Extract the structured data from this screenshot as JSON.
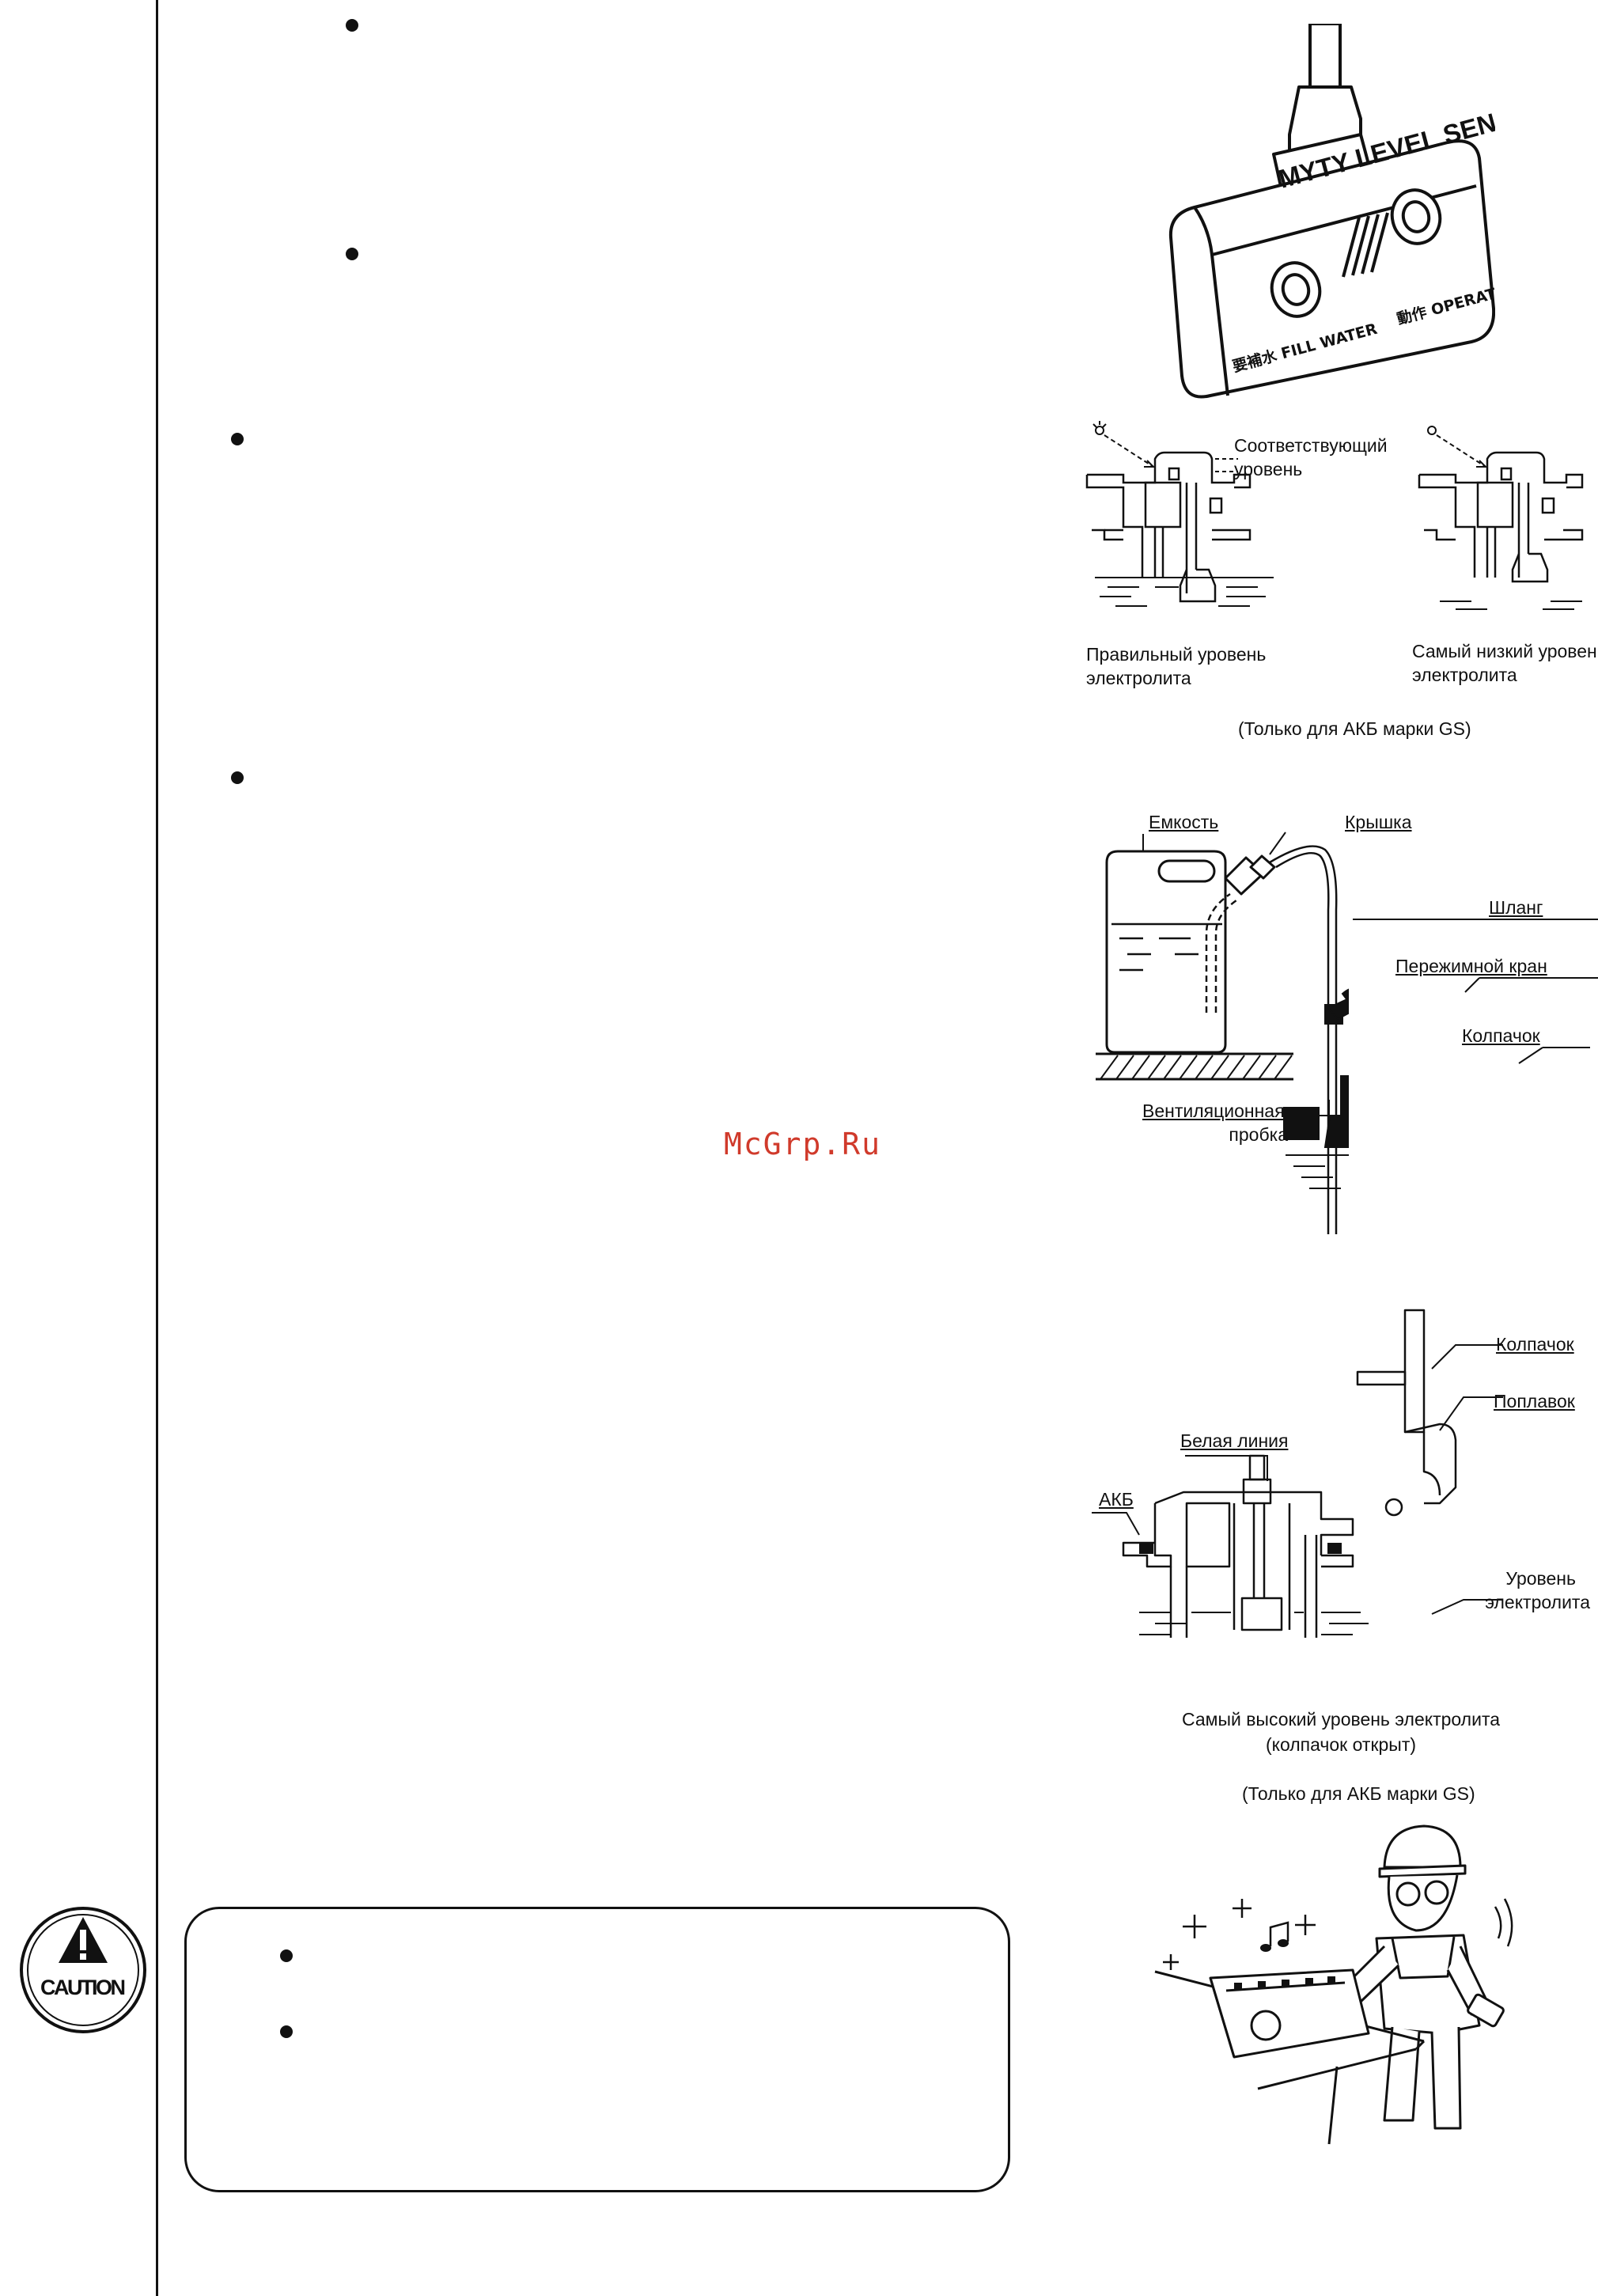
{
  "watermark": "McGrp.Ru",
  "sensor_figure": {
    "title": "MYTY LEVEL SENSOR",
    "fill_water": "要補水 FILL WATER",
    "operation": "動作 OPERATION"
  },
  "level_figure": {
    "appropriate_level": "Соответствующий уровень",
    "correct_level_line1": "Правильный уровень",
    "correct_level_line2": "электролита",
    "lowest_level_line1": "Самый низкий уровень",
    "lowest_level_line2": "электролита",
    "note": "(Только для АКБ марки GS)"
  },
  "refill_figure": {
    "container": "Емкость",
    "cap": "Крышка",
    "hose": "Шланг",
    "pinch_valve": "Пережимной кран",
    "cap2": "Колпачок",
    "vent_plug_line1": "Вентиляционная",
    "vent_plug_line2": "пробка"
  },
  "float_figure": {
    "cap": "Колпачок",
    "float": "Поплавок",
    "white_line": "Белая линия",
    "battery": "АКБ",
    "level_line1": "Уровень",
    "level_line2": "электролита",
    "caption_line1": "Самый высокий уровень электролита",
    "caption_line2": "(колпачок открыт)",
    "note": "(Только для АКБ марки GS)"
  },
  "caution": {
    "icon_label": "CAUTION"
  }
}
